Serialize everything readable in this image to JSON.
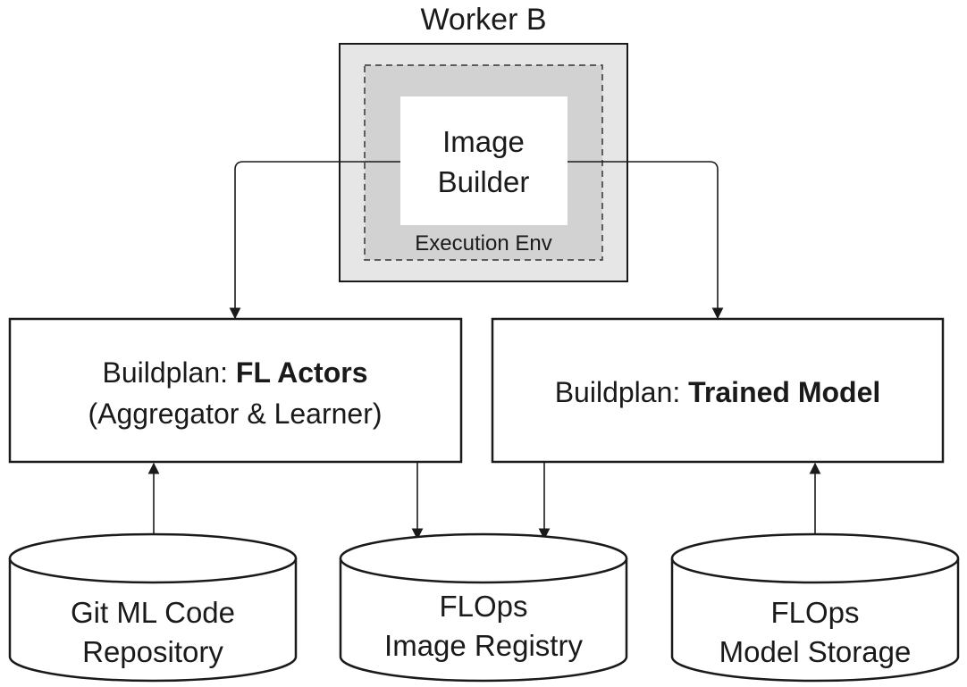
{
  "worker": {
    "title": "Worker B",
    "env_label": "Execution Env",
    "builder_line1": "Image",
    "builder_line2": "Builder"
  },
  "buildplans": [
    {
      "prefix": "Buildplan: ",
      "bold": "FL Actors",
      "line2": "(Aggregator & Learner)"
    },
    {
      "prefix": "Buildplan: ",
      "bold": "Trained Model",
      "line2": ""
    }
  ],
  "stores": [
    {
      "line1": "Git ML Code",
      "line2": "Repository"
    },
    {
      "line1": "FLOps",
      "line2": "Image Registry"
    },
    {
      "line1": "FLOps",
      "line2": "Model Storage"
    }
  ],
  "colors": {
    "worker_fill": "#e6e6e6",
    "env_fill": "#d2d2d2",
    "stroke": "#1a1a1a"
  }
}
